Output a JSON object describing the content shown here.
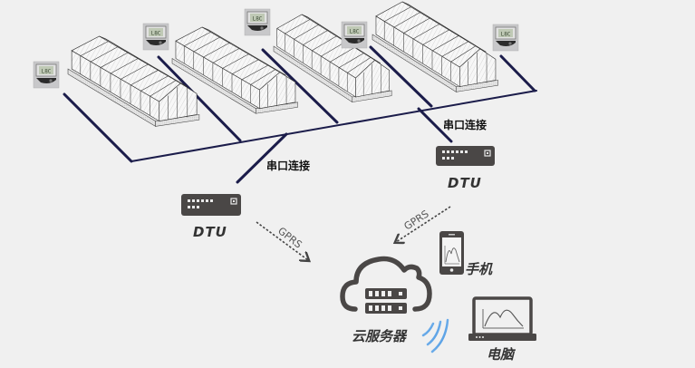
{
  "diagram": {
    "greenhouses": [
      {
        "id": "greenhouse-1"
      },
      {
        "id": "greenhouse-2"
      },
      {
        "id": "greenhouse-3"
      },
      {
        "id": "greenhouse-4"
      }
    ],
    "sensors": [
      {
        "id": "sensor-1"
      },
      {
        "id": "sensor-2"
      },
      {
        "id": "sensor-3"
      },
      {
        "id": "sensor-4"
      },
      {
        "id": "sensor-5"
      }
    ],
    "labels": {
      "serial_1": "串口连接",
      "serial_2": "串口连接",
      "dtu_1": "DTU",
      "dtu_2": "DTU",
      "gprs_1": "GPRS",
      "gprs_2": "GPRS",
      "cloud_server": "云服务器",
      "phone": "手机",
      "computer": "电脑"
    },
    "colors": {
      "background": "#f0f0f0",
      "wire": "#1b1c4a",
      "device": "#4a4746",
      "wifi": "#3a8fe0"
    },
    "edges": [
      {
        "from": "sensors",
        "to": "DTU",
        "label": "串口连接"
      },
      {
        "from": "DTU",
        "to": "云服务器",
        "label": "GPRS"
      },
      {
        "from": "云服务器",
        "to": "手机"
      },
      {
        "from": "云服务器",
        "to": "电脑"
      }
    ]
  }
}
